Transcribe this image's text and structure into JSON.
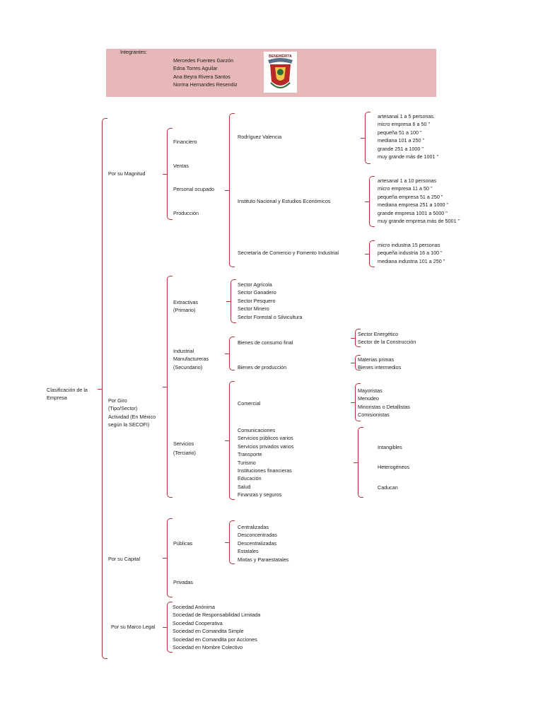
{
  "header": {
    "label": "Integrantes:",
    "members": [
      "Mercedes  Fuentes Garzón",
      "Edna Torres Aguilar",
      "Ana Beyra Rivera Santos",
      "Norma Hernandes Resendiz"
    ],
    "emblem_text": "BENEMÉRITA",
    "panel_color": "#e6b9b8"
  },
  "root": {
    "label": "Clasificación de la Empresa"
  },
  "magnitud": {
    "label": "Por su Magnitud",
    "criteria": [
      "Financiero",
      "Ventas",
      "Personal ocupado",
      "Producción"
    ],
    "rv": {
      "label": "Rodríguez Valencia",
      "items": [
        "artesanal 1 a 5 personas.",
        "micro empresa 6 a 50 \"",
        "pequeña 51 a 100 \"",
        "mediana 101 a 250 \"",
        "grande 251 a 1000 \"",
        "muy grande más de 1001 \""
      ]
    },
    "inegi": {
      "label": "Instituto Nacional y Estudios Económicos",
      "items": [
        "artesanal 1 a 10 personas",
        "micro empresa 11 a 50 \"",
        "pequeña empresa 51 a 250 \"",
        "mediana empresa 251 a 1000 \"",
        "grande empresa 1001 a 5000 \"",
        "muy grande empresa más de 5001 \""
      ]
    },
    "secofi": {
      "label": "Secretaría de Comercio y Fomento Industrial",
      "items": [
        "micro industria 15 personas",
        "pequeña industria 16 a 100 \"",
        "mediana industria 101 a 250 \""
      ]
    }
  },
  "giro": {
    "label": "Por Giro (Tipo/Sector) Actividad (En México según la SECOFI)",
    "extractivas": {
      "label": "Extractivas (Primario)",
      "items": [
        "Sector Agrícola",
        "Sector Ganadero",
        "Sector Pesquero",
        "Sector Minero",
        "Sector Forestal o Silvicultura"
      ]
    },
    "industrial": {
      "label": "Industrial Manufactureras (Secundario)",
      "consumo": {
        "label": "Bienes de consumo final",
        "items": [
          "Sector Energético",
          "Sector de la Construcción"
        ]
      },
      "produccion": {
        "label": "Bienes de producción",
        "items": [
          "Materias primas",
          "Bienes intermedios"
        ]
      }
    },
    "servicios": {
      "label": "Servicios (Terciario)",
      "comercial": {
        "label": "Comercial",
        "items": [
          "Mayoristas",
          "Menudeo",
          "Minoristas o Detallistas",
          "Comisionistas"
        ]
      },
      "others": [
        "Comunicaciones",
        "Servicios públicos varios",
        "Servicios privados varios",
        "Transporte",
        "Turismo",
        "Instituciones financieras",
        "Educación",
        "Salud",
        "Finanzas y seguros"
      ],
      "characteristics": [
        "Intangibles",
        "Heterogéneos",
        "Caducan"
      ]
    }
  },
  "capital": {
    "label": "Por su Capital",
    "publicas": {
      "label": "Públicas",
      "items": [
        "Centralizadas",
        "Desconcentradas",
        "Descentralizadas",
        "Estatales",
        "Mixtas y Paraestatales"
      ]
    },
    "privadas": {
      "label": "Privadas"
    }
  },
  "legal": {
    "label": "Por su Marco Legal",
    "items": [
      "Sociedad Anónima",
      "Sociedad de Responsabilidad Limitada",
      "Sociedad Cooperativa",
      "Sociedad en Comandita Simple",
      "Sociedad en Comandita por Acciones",
      "Sociedad en Nombre Colectivo"
    ]
  },
  "colors": {
    "brace": "#b03338",
    "text": "#1a1a1a"
  }
}
